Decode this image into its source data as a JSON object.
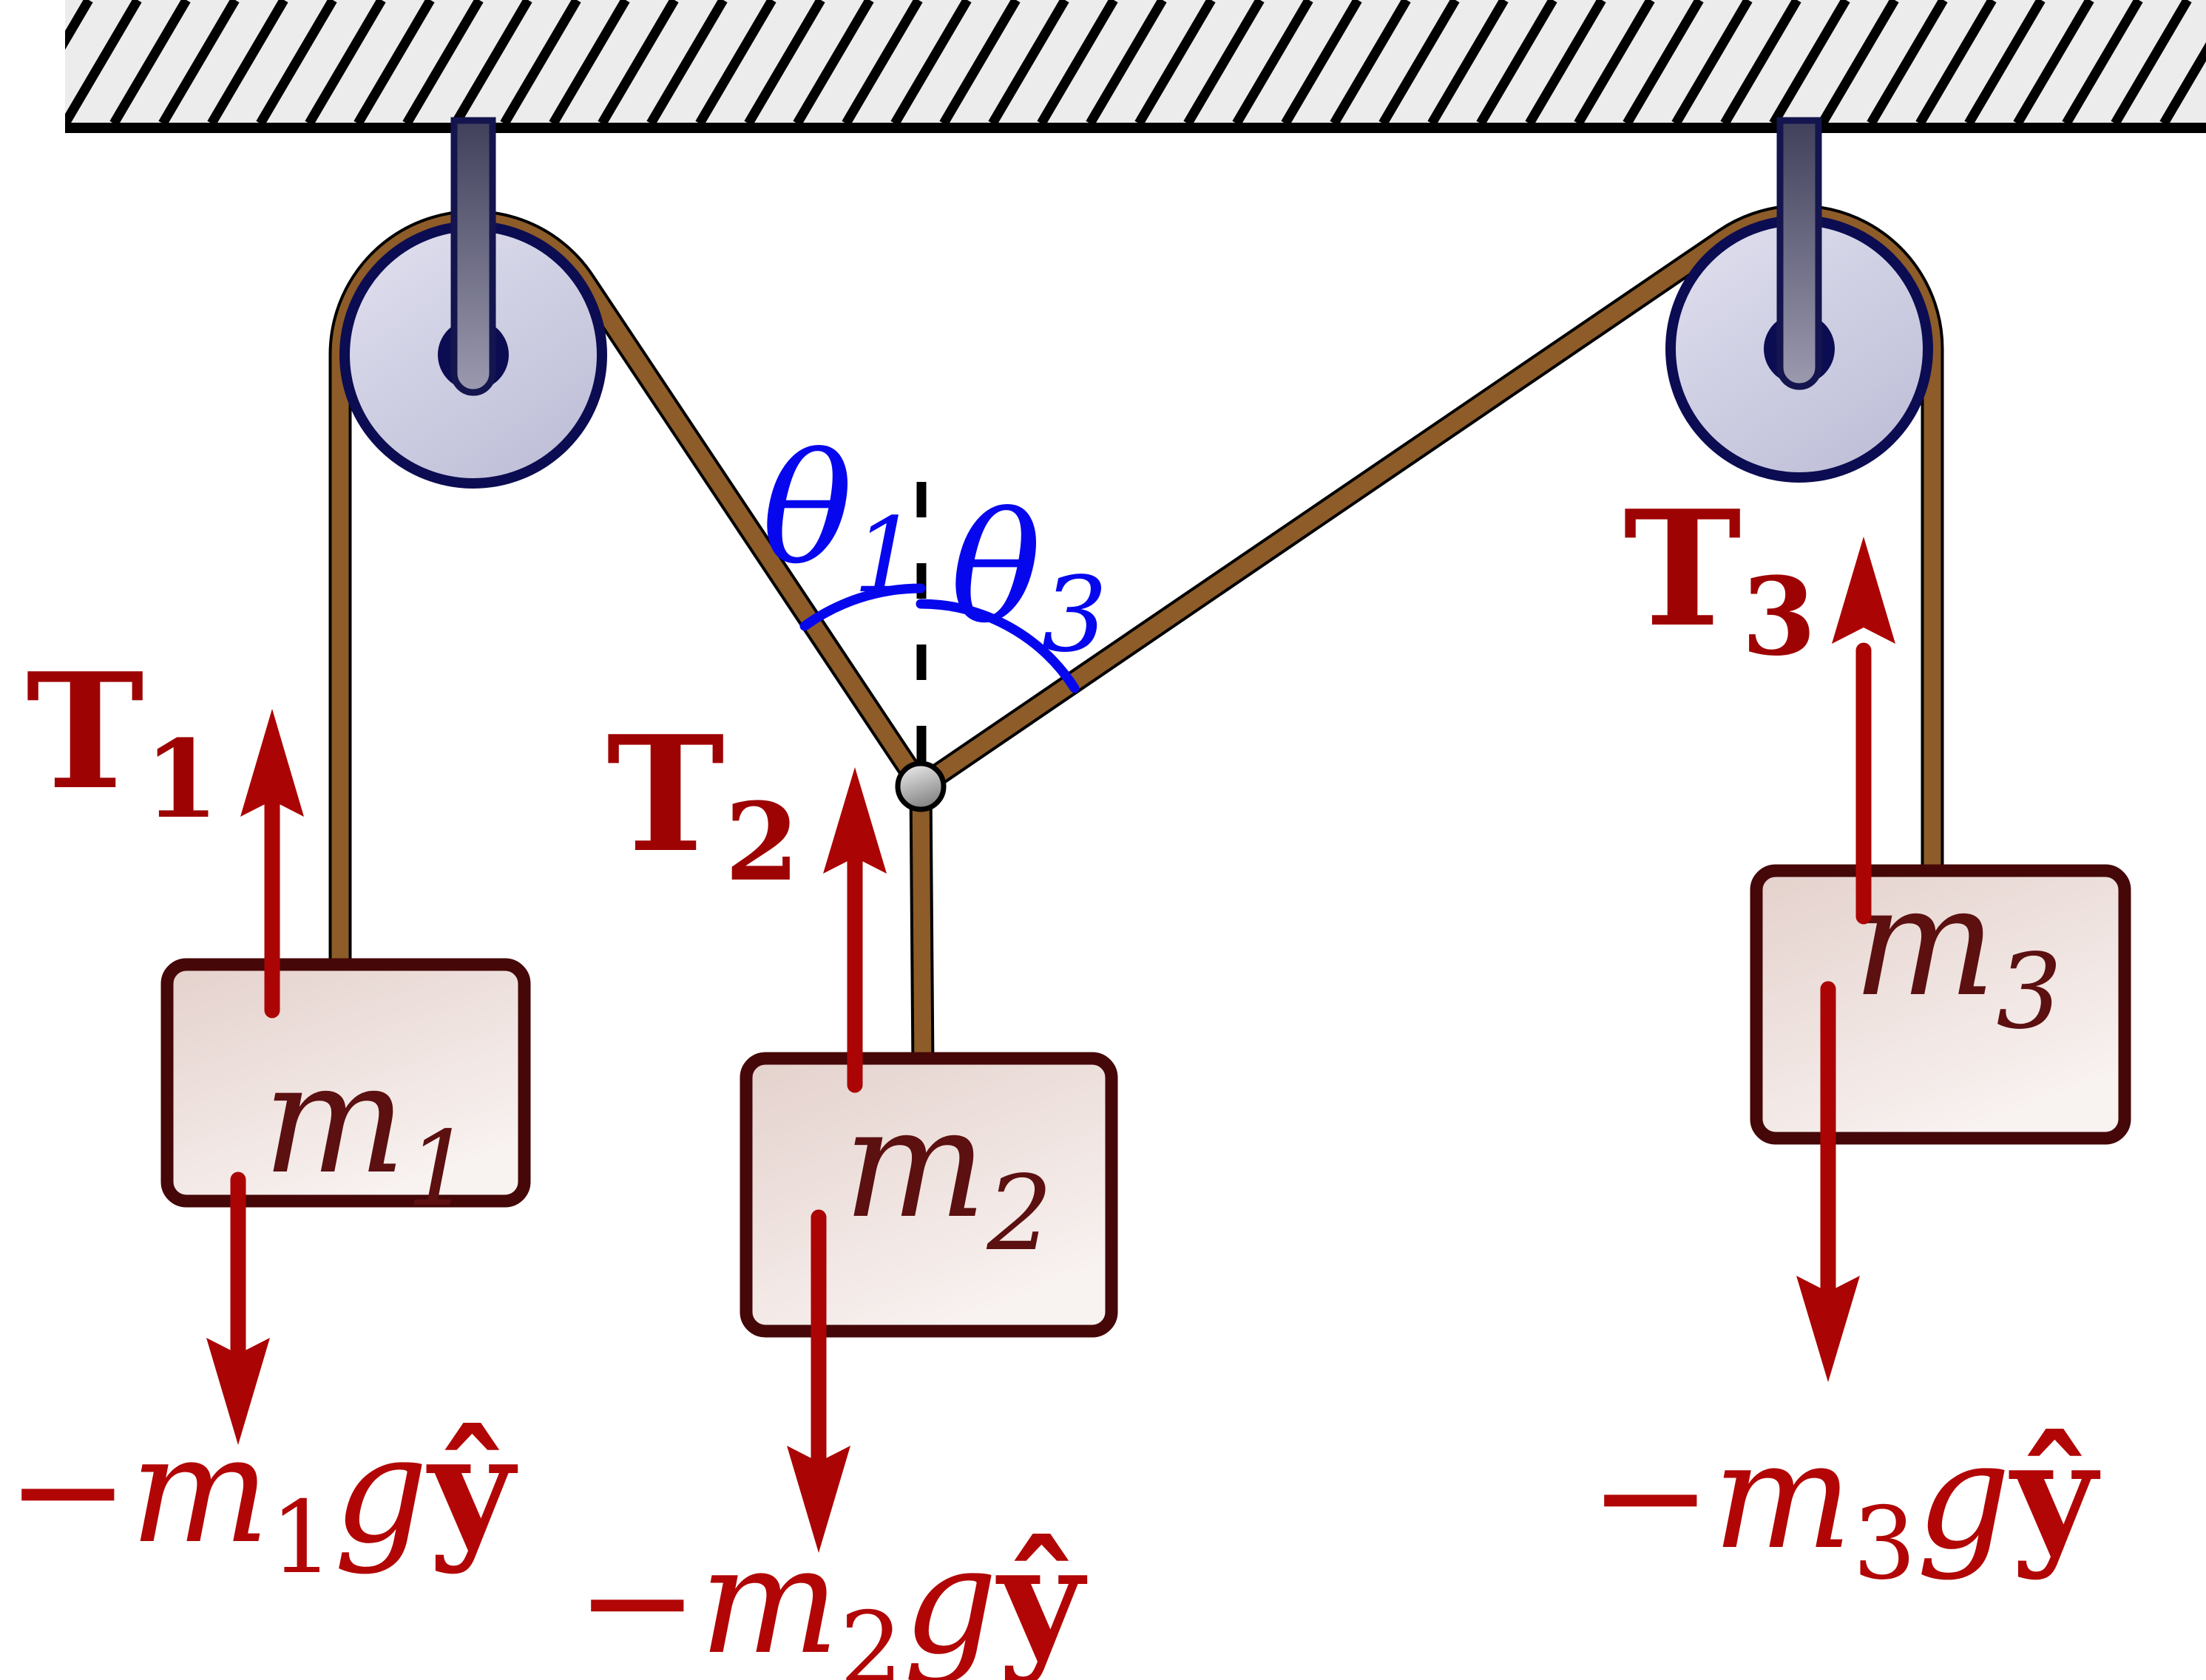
{
  "diagram": {
    "description": "free-body diagram of three masses hung from two ceiling pulleys with ropes joined at a knot",
    "colors": {
      "angle_blue": "#0707ee",
      "tension_red": "#9e0303",
      "arrow_red": "#ab0404",
      "weight_red": "#b20606",
      "mass_text_maroon": "#5c1010",
      "box_border_maroon": "#450707",
      "rope_brown": "#8d5c29",
      "pulley_navy": "#0c0c52",
      "ceiling_gray": "#ececec",
      "knot_gray": "#b5b5b5"
    },
    "labels": {
      "t1": {
        "base": "T",
        "sub": "1"
      },
      "t2": {
        "base": "T",
        "sub": "2"
      },
      "t3": {
        "base": "T",
        "sub": "3"
      },
      "theta1": {
        "base": "θ",
        "sub": "1"
      },
      "theta3": {
        "base": "θ",
        "sub": "3"
      },
      "m1": {
        "base": "m",
        "sub": "1"
      },
      "m2": {
        "base": "m",
        "sub": "2"
      },
      "m3": {
        "base": "m",
        "sub": "3"
      },
      "w1": {
        "pre": "−m",
        "sub": "1",
        "mid": "g",
        "post": "ŷ"
      },
      "w2": {
        "pre": "−m",
        "sub": "2",
        "mid": "g",
        "post": "ŷ"
      },
      "w3": {
        "pre": "−m",
        "sub": "3",
        "mid": "g",
        "post": "ŷ"
      }
    }
  }
}
